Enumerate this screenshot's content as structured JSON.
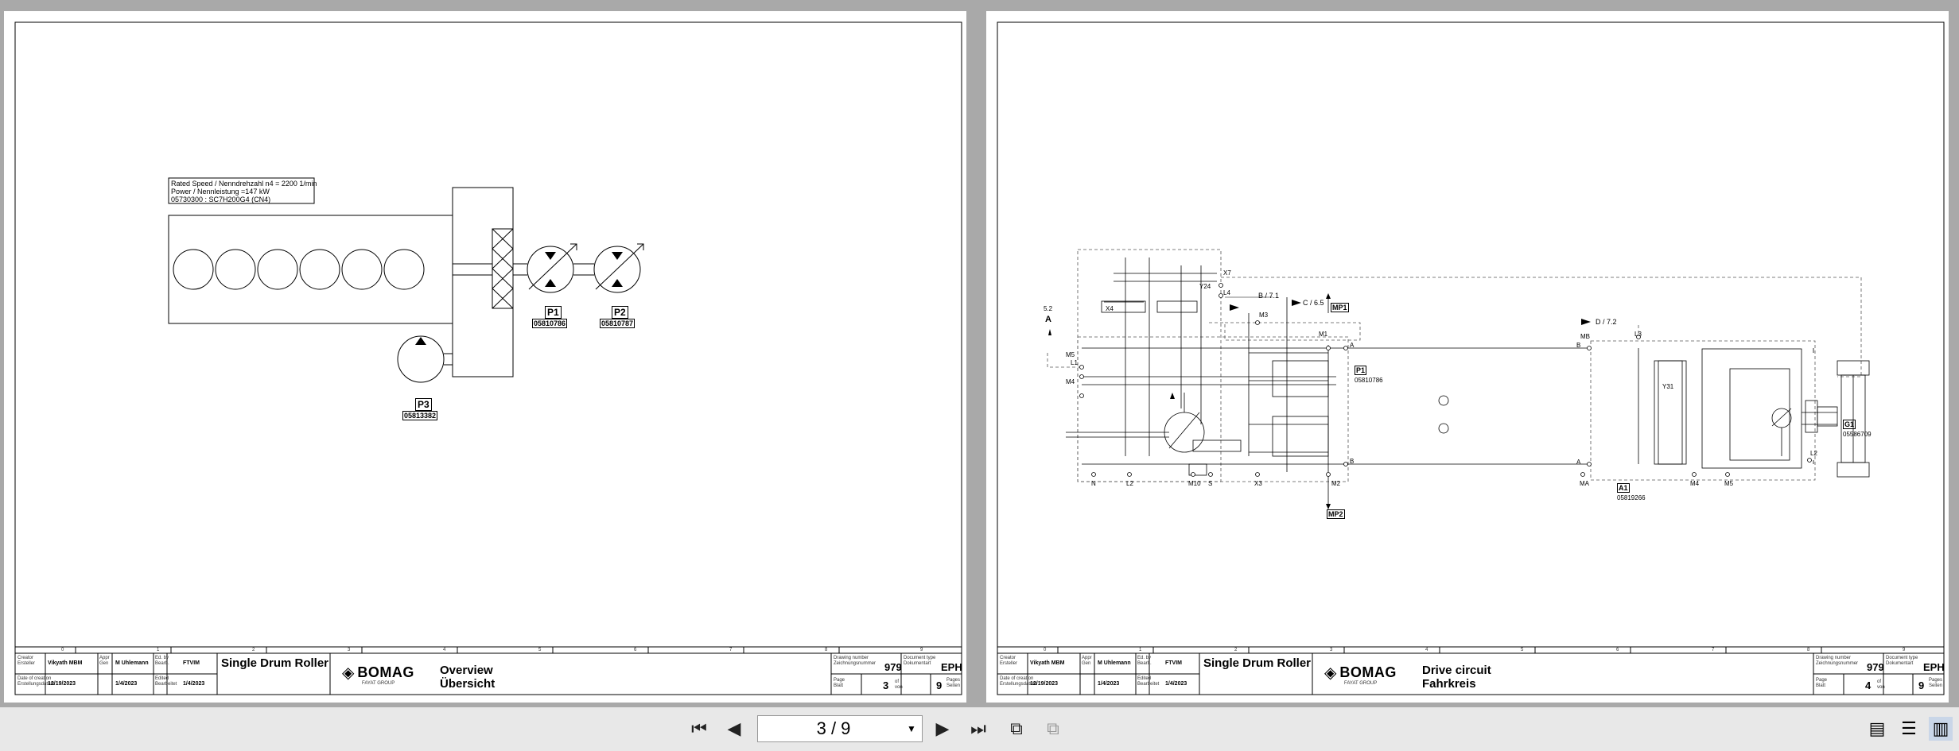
{
  "pages": [
    {
      "creator_label": "Creator\nErsteller",
      "creator": "Vikyath MBM",
      "appr_label": "Appr\nGen",
      "approver": "M Uhlemann",
      "ed_label": "Ed. by\nBearb.",
      "editor": "FTVIM",
      "date_created_label": "Date of creation\nErstellungsdatum",
      "date_created": "12/19/2023",
      "appr_date": "1/4/2023",
      "edited_label": "Edited\nBearbeitet",
      "edited_date": "1/4/2023",
      "product": "Single Drum Roller",
      "title_en": "Overview",
      "title_de": "Übersicht",
      "code_label": "Drawing number\nZeichnungsnummer",
      "code": "979",
      "doc_label": "Document type\nDokumentart",
      "doc": "EPH",
      "page_label": "Page\nBlatt",
      "page_num": "3",
      "of_label": "of\nvon",
      "pages_total": "9",
      "pages_label": "Pages\nSeiten"
    },
    {
      "creator_label": "Creator\nErsteller",
      "creator": "Vikyath MBM",
      "appr_label": "Appr\nGen",
      "approver": "M Uhlemann",
      "ed_label": "Ed. by\nBearb.",
      "editor": "FTVIM",
      "date_created_label": "Date of creation\nErstellungsdatum",
      "date_created": "12/19/2023",
      "appr_date": "1/4/2023",
      "edited_label": "Edited\nBearbeitet",
      "edited_date": "1/4/2023",
      "product": "Single Drum Roller",
      "title_en": "Drive circuit",
      "title_de": "Fahrkreis",
      "code_label": "Drawing number\nZeichnungsnummer",
      "code": "979",
      "doc_label": "Document type\nDokumentart",
      "doc": "EPH",
      "page_label": "Page\nBlatt",
      "page_num": "4",
      "of_label": "of\nvon",
      "pages_total": "9",
      "pages_label": "Pages\nSeiten"
    }
  ],
  "brand": {
    "name": "BOMAG",
    "sub": "FAYAT GROUP"
  },
  "column_numbers": [
    "0",
    "1",
    "2",
    "3",
    "4",
    "5",
    "6",
    "7",
    "8",
    "9"
  ],
  "overview": {
    "spec_line1": "Rated Speed / Nenndrehzahl n4 = 2200 1/min",
    "spec_line2": "Power / Nennleistung =147 kW",
    "spec_line3": "05730300 : SC7H200G4 (CN4)",
    "p1_label": "P1",
    "p1_part": "05810786",
    "p2_label": "P2",
    "p2_part": "05810787",
    "p3_label": "P3",
    "p3_part": "05813382"
  },
  "drive": {
    "ref_a": "5.2",
    "port_a": "A",
    "b_ref": "B / 7.1",
    "c_ref": "C / 6.5",
    "d_ref": "D / 7.2",
    "mp1": "MP1",
    "mp2": "MP2",
    "p1": "P1",
    "p1_part": "05810786",
    "a1": "A1",
    "a1_part": "05819266",
    "g1": "G1",
    "g1_part": "05586709",
    "y31": "Y31",
    "ports": [
      "X7",
      "L4",
      "M3",
      "M1",
      "M5",
      "L1",
      "M4",
      "N",
      "L2",
      "M10",
      "S",
      "X3",
      "M2",
      "A",
      "B",
      "MB",
      "L3",
      "MA",
      "M4",
      "M5",
      "L2",
      "A",
      "B",
      "X4",
      "Y24"
    ]
  },
  "toolbar": {
    "first": "first-page",
    "prev": "previous-page",
    "page_value": "3 / 9",
    "next": "next-page",
    "last": "last-page"
  }
}
